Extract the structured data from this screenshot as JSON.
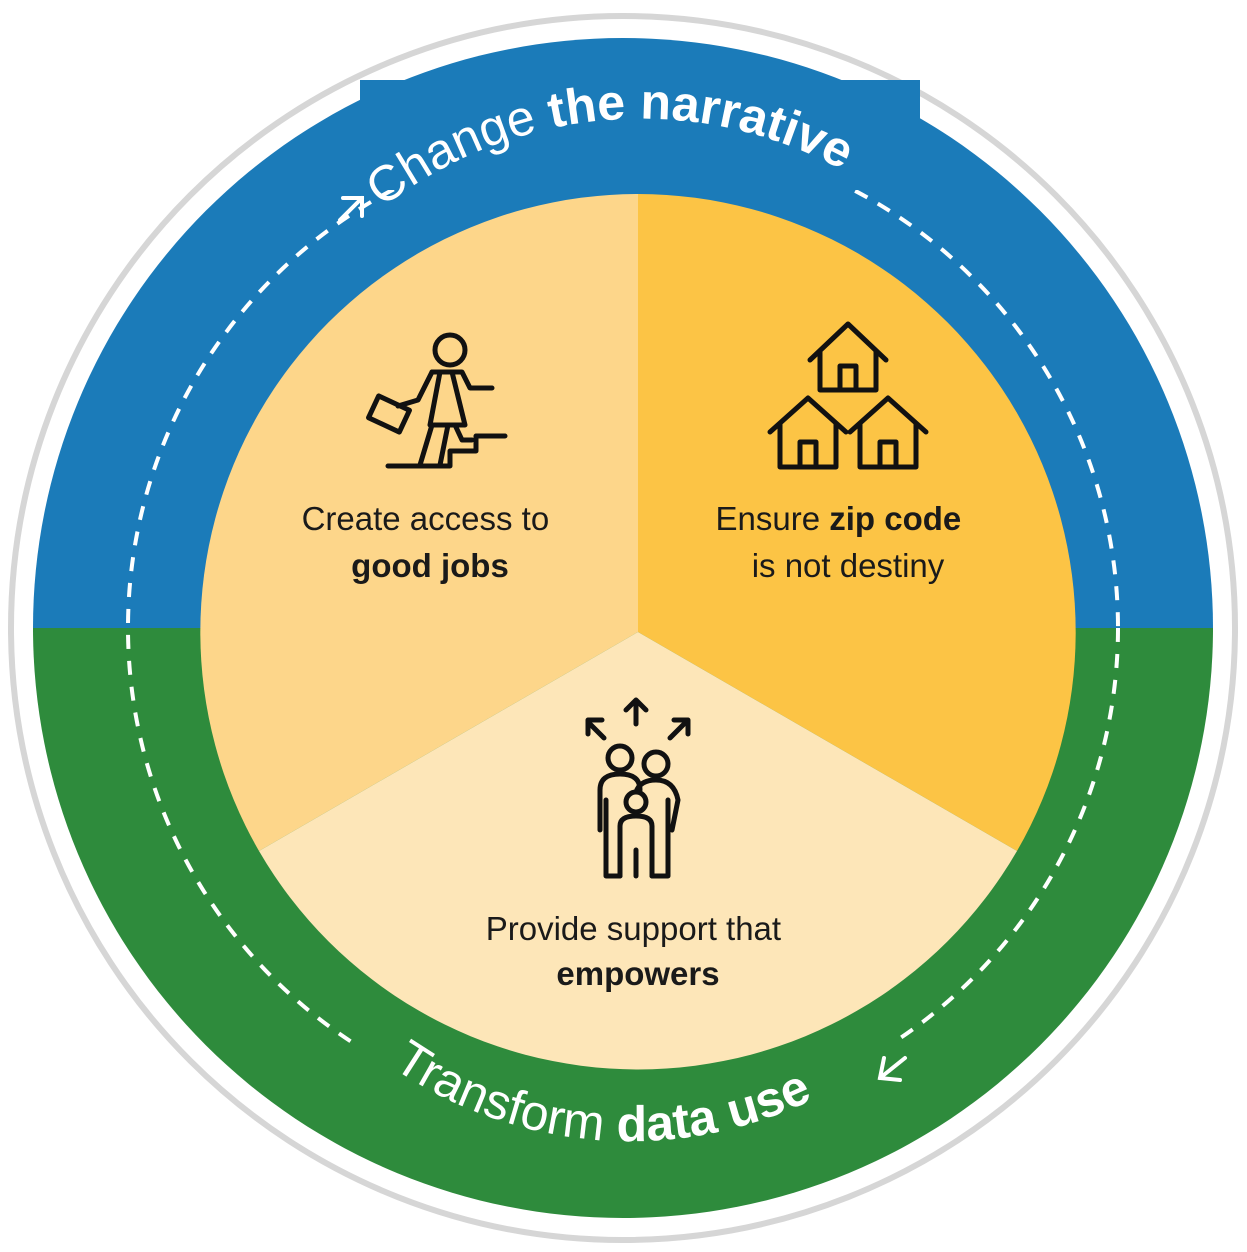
{
  "ring": {
    "top": {
      "light": "Change ",
      "bold": "the narrative",
      "color": "#1b7bb9"
    },
    "bottom": {
      "light": "Transform ",
      "bold": "data use",
      "color": "#2e8b3c"
    }
  },
  "segments": [
    {
      "id": "jobs",
      "icon": "person-climbing-stairs-icon",
      "line1_light": "Create access to",
      "line2_bold": "good jobs",
      "color": "#fdd68a"
    },
    {
      "id": "zip",
      "icon": "houses-icon",
      "line1_light": "Ensure ",
      "line1_bold": "zip code",
      "line2_light": "is not destiny",
      "color": "#fcc445"
    },
    {
      "id": "support",
      "icon": "family-empowerment-icon",
      "line1_light": "Provide support that",
      "line2_bold": "empowers",
      "color": "#fde6b8"
    }
  ]
}
